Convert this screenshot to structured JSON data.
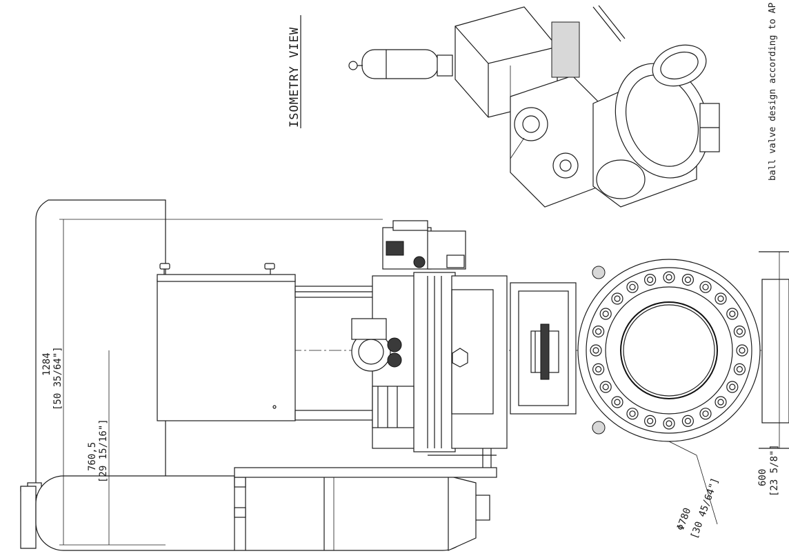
{
  "title": "ISOMETRY VIEW",
  "note": "ball valve design according to AP",
  "dimensions": {
    "overall_height": {
      "value": "1284",
      "imperial": "[50 35/64\"]"
    },
    "axis_height": {
      "value": "760,5",
      "imperial": "[29 15/16\"]"
    },
    "flange_diameter": {
      "value": "Φ780",
      "imperial": "[30 45/64\"]"
    },
    "base_width": {
      "value": "600",
      "imperial": "[23 5/8\"]"
    }
  }
}
